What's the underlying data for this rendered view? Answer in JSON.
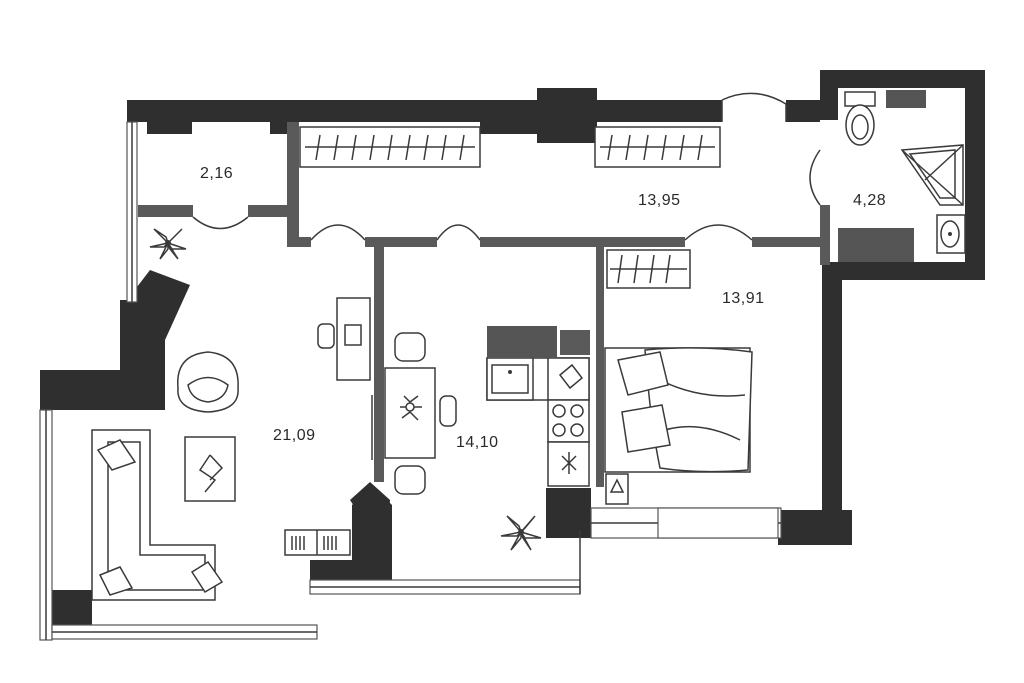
{
  "rooms": [
    {
      "id": "storage",
      "area": "2,16"
    },
    {
      "id": "hallway",
      "area": "13,95"
    },
    {
      "id": "bathroom",
      "area": "4,28"
    },
    {
      "id": "bedroom",
      "area": "13,91"
    },
    {
      "id": "living-room",
      "area": "21,09"
    },
    {
      "id": "kitchen",
      "area": "14,10"
    }
  ],
  "icons": [
    "plant-icon",
    "toilet-icon",
    "shower-icon",
    "sink-icon",
    "bed-icon",
    "sofa-icon",
    "armchair-icon",
    "stove-icon",
    "wardrobe-icon",
    "desk-icon",
    "dining-table-icon",
    "bookshelf-icon"
  ],
  "colors": {
    "wall": "#2f2f2f",
    "partition": "#5a5a5a",
    "background": "#ffffff"
  }
}
